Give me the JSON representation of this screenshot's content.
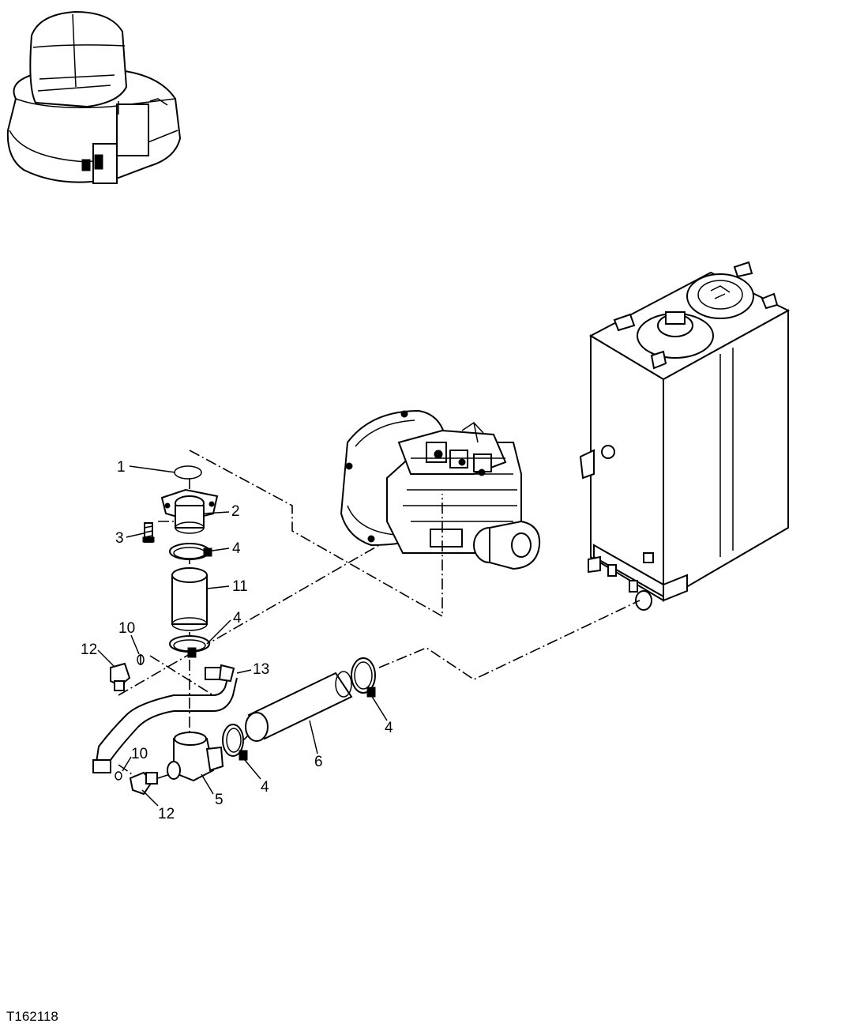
{
  "diagram": {
    "figure_id": "T162118",
    "callouts": {
      "c1": "1",
      "c2": "2",
      "c3": "3",
      "c4a": "4",
      "c11": "11",
      "c4b": "4",
      "c10a": "10",
      "c12a": "12",
      "c13": "13",
      "c4c": "4",
      "c6": "6",
      "c4d": "4",
      "c10b": "10",
      "c12b": "12",
      "c5": "5"
    },
    "components": {
      "overview": "excavator-overview-icon",
      "pump": "hydraulic-pump-icon",
      "tank": "hydraulic-tank-icon"
    }
  }
}
